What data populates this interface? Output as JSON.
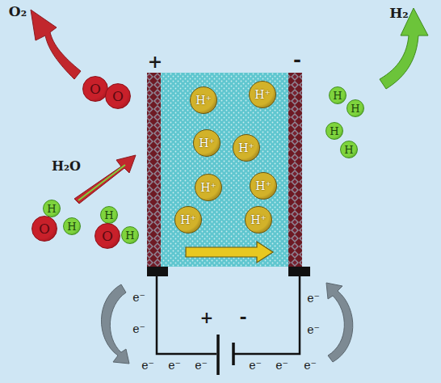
{
  "diagram": {
    "nodes": [
      {
        "text": [
          "O"
        ]
      },
      {
        "text": [
          "O"
        ]
      },
      {
        "text": [
          "H"
        ]
      },
      {
        "text": [
          "O"
        ]
      },
      {
        "text": [
          "H"
        ]
      },
      {
        "text": [
          "H"
        ]
      },
      {
        "text": [
          "O"
        ]
      },
      {
        "text": [
          "H"
        ]
      },
      {
        "text": [
          "H⁺"
        ]
      },
      {
        "text": [
          "H⁺"
        ]
      },
      {
        "text": [
          "H⁺"
        ]
      },
      {
        "text": [
          "H⁺"
        ]
      },
      {
        "text": [
          "H⁺"
        ]
      },
      {
        "text": [
          "H⁺"
        ]
      },
      {
        "text": [
          "H⁺"
        ]
      },
      {
        "text": [
          "H⁺"
        ]
      },
      {
        "text": [
          "H"
        ]
      },
      {
        "text": [
          "H"
        ]
      },
      {
        "text": [
          "H"
        ]
      },
      {
        "text": [
          "H"
        ]
      }
    ],
    "labels": [
      "O₂",
      "H₂",
      "H₂O",
      "+",
      "-",
      "e⁻",
      "e⁻",
      "e⁻",
      "e⁻",
      "e⁻",
      "e⁻",
      "e⁻",
      "e⁻",
      "e⁻",
      "e⁻",
      "+",
      "-"
    ]
  }
}
